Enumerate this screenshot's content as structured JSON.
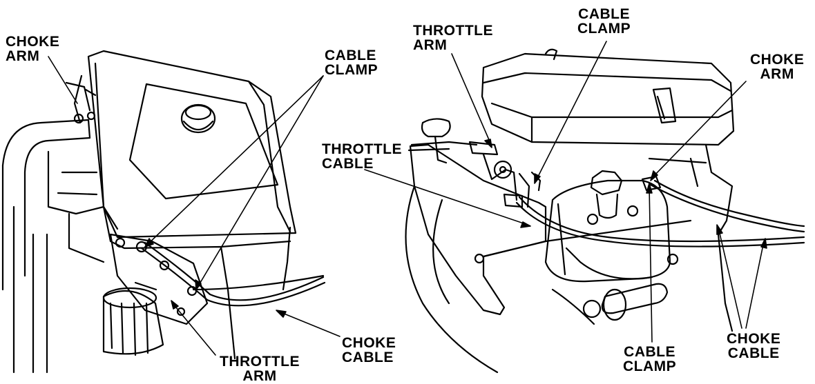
{
  "left_view": {
    "choke_arm": [
      "CHOKE",
      "ARM"
    ],
    "cable_clamp": [
      "CABLE",
      "CLAMP"
    ],
    "choke_cable": [
      "CHOKE",
      "CABLE"
    ],
    "throttle_arm": [
      "THROTTLE",
      "ARM"
    ]
  },
  "right_view": {
    "throttle_arm": [
      "THROTTLE",
      "ARM"
    ],
    "cable_clamp_top": [
      "CABLE",
      "CLAMP"
    ],
    "choke_arm": [
      "CHOKE",
      "ARM"
    ],
    "throttle_cable": [
      "THROTTLE",
      "CABLE"
    ],
    "cable_clamp_bottom": [
      "CABLE",
      "CLAMP"
    ],
    "choke_cable": [
      "CHOKE",
      "CABLE"
    ]
  }
}
